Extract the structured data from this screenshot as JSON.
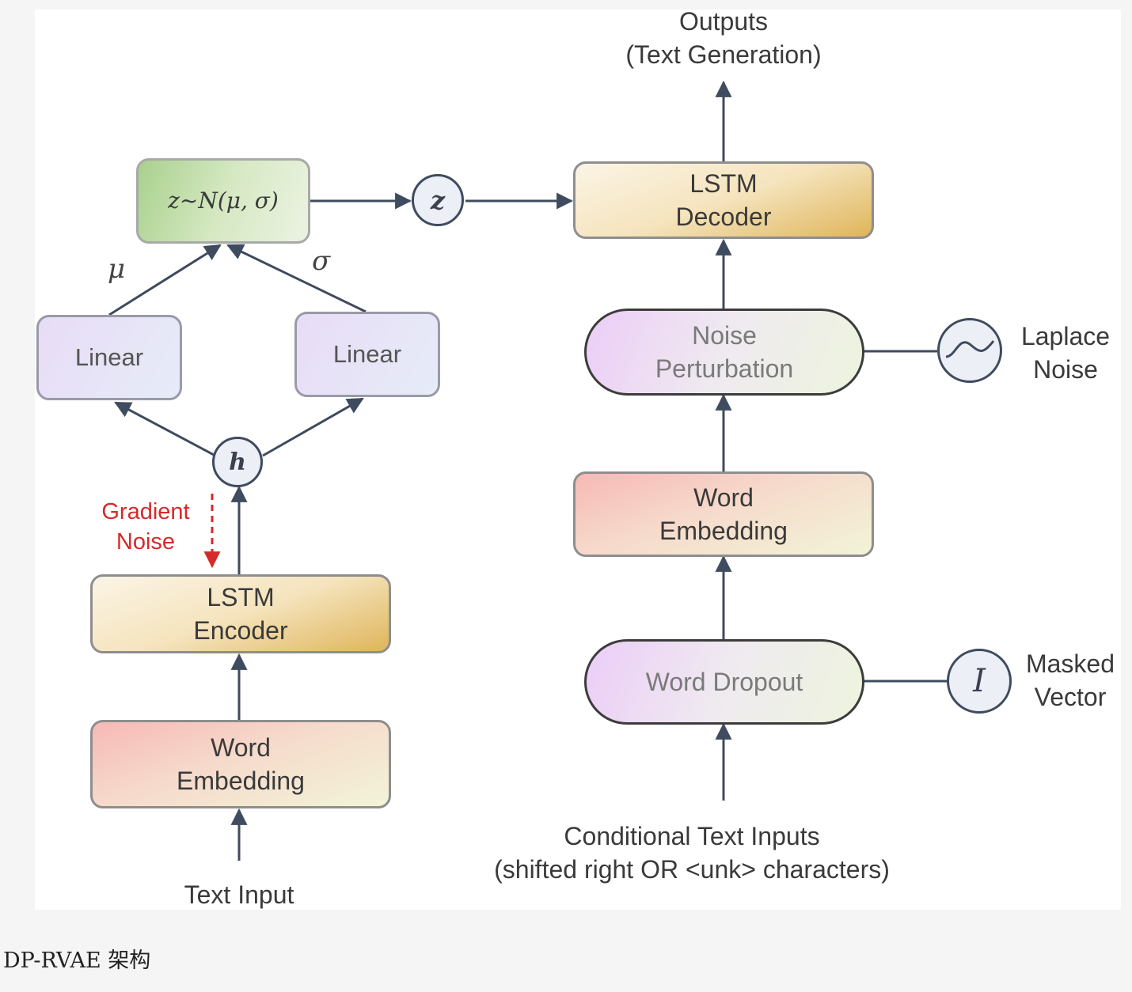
{
  "encoder": {
    "text_input": "Text Input",
    "word_embedding": [
      "Word",
      "Embedding"
    ],
    "lstm_encoder": [
      "LSTM",
      "Encoder"
    ],
    "gradient_noise": [
      "Gradient",
      "Noise"
    ],
    "h_label": "h",
    "linear_left": "Linear",
    "linear_right": "Linear",
    "mu_label": "μ",
    "sigma_label": "σ",
    "latent": "z~N(μ, σ)",
    "z_label": "z"
  },
  "decoder": {
    "outputs": [
      "Outputs",
      "(Text Generation)"
    ],
    "lstm_decoder": [
      "LSTM",
      "Decoder"
    ],
    "noise_perturbation": [
      "Noise",
      "Perturbation"
    ],
    "laplace_noise": [
      "Laplace",
      "Noise"
    ],
    "word_embedding": [
      "Word",
      "Embedding"
    ],
    "word_dropout": "Word Dropout",
    "i_label": "I",
    "masked_vector": [
      "Masked",
      "Vector"
    ],
    "conditional_inputs": [
      "Conditional Text Inputs",
      "(shifted right  OR <unk> characters)"
    ]
  },
  "caption": "DP-RVAE 架构",
  "colors": {
    "arrow": "#3f4b5e",
    "gradient_noise": "#d62a2a"
  }
}
